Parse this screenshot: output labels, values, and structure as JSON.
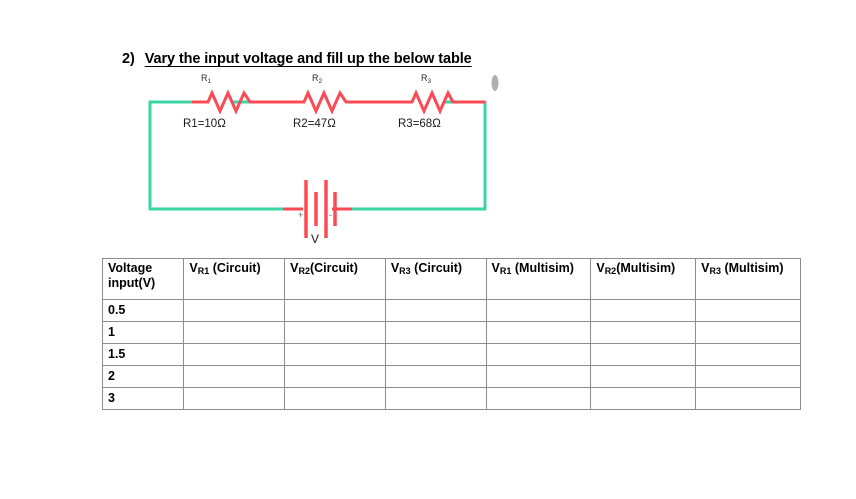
{
  "heading": {
    "number": "2)",
    "text": "Vary the input voltage and fill up the below table"
  },
  "circuit": {
    "colors": {
      "wire": "#3bd4a4",
      "component": "#fc4a55"
    },
    "resistors": [
      {
        "ref": "R",
        "ref_sub": "1",
        "value_label": "R1=10Ω"
      },
      {
        "ref": "R",
        "ref_sub": "2",
        "value_label": "R2=47Ω"
      },
      {
        "ref": "R",
        "ref_sub": "3",
        "value_label": "R3=68Ω"
      }
    ],
    "source": {
      "label": "V",
      "plus": "+",
      "minus": "-"
    }
  },
  "table": {
    "headers": [
      {
        "main": "Voltage input(V)",
        "base": "Voltage",
        "sub": "",
        "suffix": "input(V)"
      },
      {
        "base": "V",
        "sub": "R1",
        "suffix": " (Circuit)"
      },
      {
        "base": "V",
        "sub": "R2",
        "suffix": "(Circuit)"
      },
      {
        "base": "V",
        "sub": "R3",
        "suffix": " (Circuit)"
      },
      {
        "base": "V",
        "sub": "R1",
        "suffix": " (Multisim)"
      },
      {
        "base": "V",
        "sub": "R2",
        "suffix": "(Multisim)"
      },
      {
        "base": "V",
        "sub": "R3",
        "suffix": " (Multisim)"
      }
    ],
    "rows": [
      {
        "voltage": "0.5",
        "cells": [
          "",
          "",
          "",
          "",
          "",
          ""
        ]
      },
      {
        "voltage": "1",
        "cells": [
          "",
          "",
          "",
          "",
          "",
          ""
        ]
      },
      {
        "voltage": "1.5",
        "cells": [
          "",
          "",
          "",
          "",
          "",
          ""
        ]
      },
      {
        "voltage": "2",
        "cells": [
          "",
          "",
          "",
          "",
          "",
          ""
        ]
      },
      {
        "voltage": "3",
        "cells": [
          "",
          "",
          "",
          "",
          "",
          ""
        ]
      }
    ]
  }
}
